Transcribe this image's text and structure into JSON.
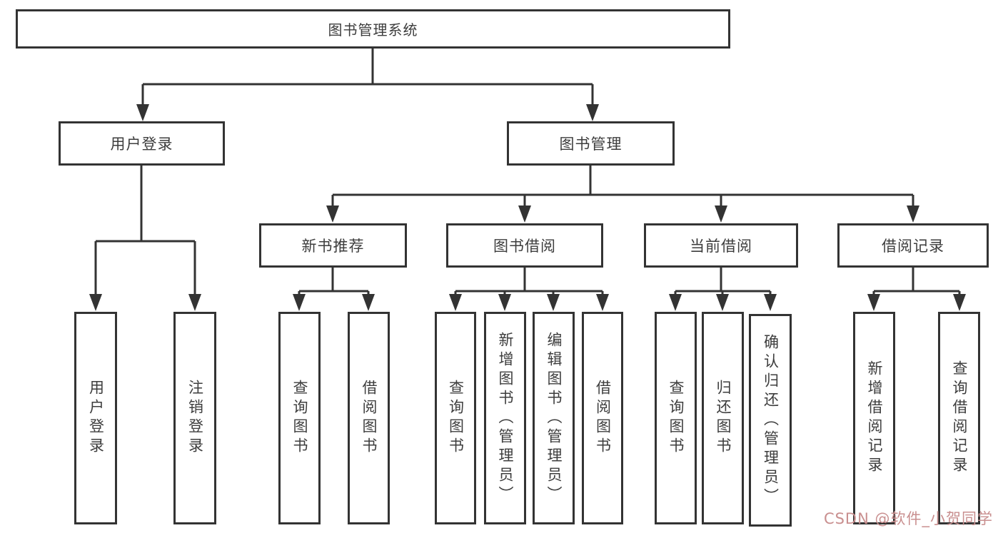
{
  "diagram": {
    "title": "图书管理系统",
    "root": {
      "label": "图书管理系统"
    },
    "level1": [
      {
        "label": "用户登录"
      },
      {
        "label": "图书管理"
      }
    ],
    "level2": [
      {
        "label": "新书推荐"
      },
      {
        "label": "图书借阅"
      },
      {
        "label": "当前借阅"
      },
      {
        "label": "借阅记录"
      }
    ],
    "leaves": [
      {
        "label": "用户登录"
      },
      {
        "label": "注销登录"
      },
      {
        "label": "查询图书"
      },
      {
        "label": "借阅图书"
      },
      {
        "label": "查询图书"
      },
      {
        "label": "新增图书（管理员）"
      },
      {
        "label": "编辑图书（管理员）"
      },
      {
        "label": "借阅图书"
      },
      {
        "label": "查询图书"
      },
      {
        "label": "归还图书"
      },
      {
        "label": "确认归还（管理员）"
      },
      {
        "label": "新增借阅记录"
      },
      {
        "label": "查询借阅记录"
      }
    ]
  },
  "watermark": {
    "text": "CSDN @软件_小贺同学"
  },
  "colors": {
    "border": "#333333",
    "text": "#3d3d3d",
    "background": "#ffffff",
    "watermark": "#c98f8f"
  }
}
